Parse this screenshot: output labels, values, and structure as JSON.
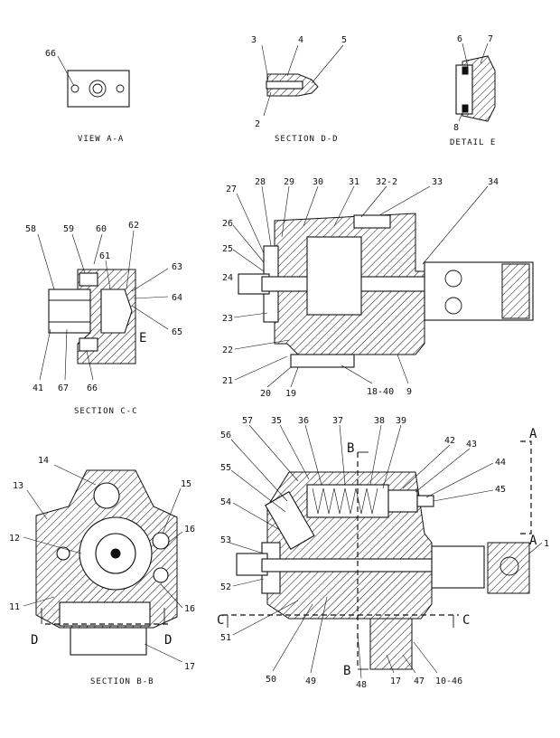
{
  "views": {
    "view_aa": {
      "caption": "VIEW A-A",
      "label": "66"
    },
    "section_dd": {
      "caption": "SECTION D-D",
      "labels": [
        "3",
        "4",
        "5",
        "2"
      ]
    },
    "detail_e": {
      "caption": "DETAIL E",
      "labels": [
        "6",
        "7",
        "8"
      ]
    },
    "section_cc": {
      "caption": "SECTION C-C",
      "labels": [
        "58",
        "59",
        "60",
        "61",
        "62",
        "63",
        "64",
        "65",
        "41",
        "67",
        "66"
      ],
      "e_mark": "E"
    },
    "main_upper": {
      "labels": [
        "27",
        "28",
        "29",
        "30",
        "31",
        "32-2",
        "33",
        "34",
        "26",
        "25",
        "24",
        "23",
        "22",
        "21",
        "20",
        "19",
        "18-40",
        "9"
      ]
    },
    "section_bb": {
      "caption": "SECTION B-B",
      "labels": [
        "14",
        "13",
        "15",
        "16",
        "12",
        "11",
        "16",
        "17"
      ],
      "d_left": "D",
      "d_right": "D"
    },
    "main_lower": {
      "labels": [
        "57",
        "35",
        "36",
        "37",
        "38",
        "39",
        "42",
        "43",
        "44",
        "45",
        "56",
        "55",
        "54",
        "53",
        "52",
        "51",
        "50",
        "49",
        "48",
        "17",
        "47",
        "10-46",
        "1"
      ],
      "a_top": "A",
      "a_bottom": "A",
      "b_top": "B",
      "b_bottom": "B",
      "c_left": "C",
      "c_right": "C"
    }
  },
  "colors": {
    "ink": "#111111",
    "paper": "#ffffff"
  }
}
